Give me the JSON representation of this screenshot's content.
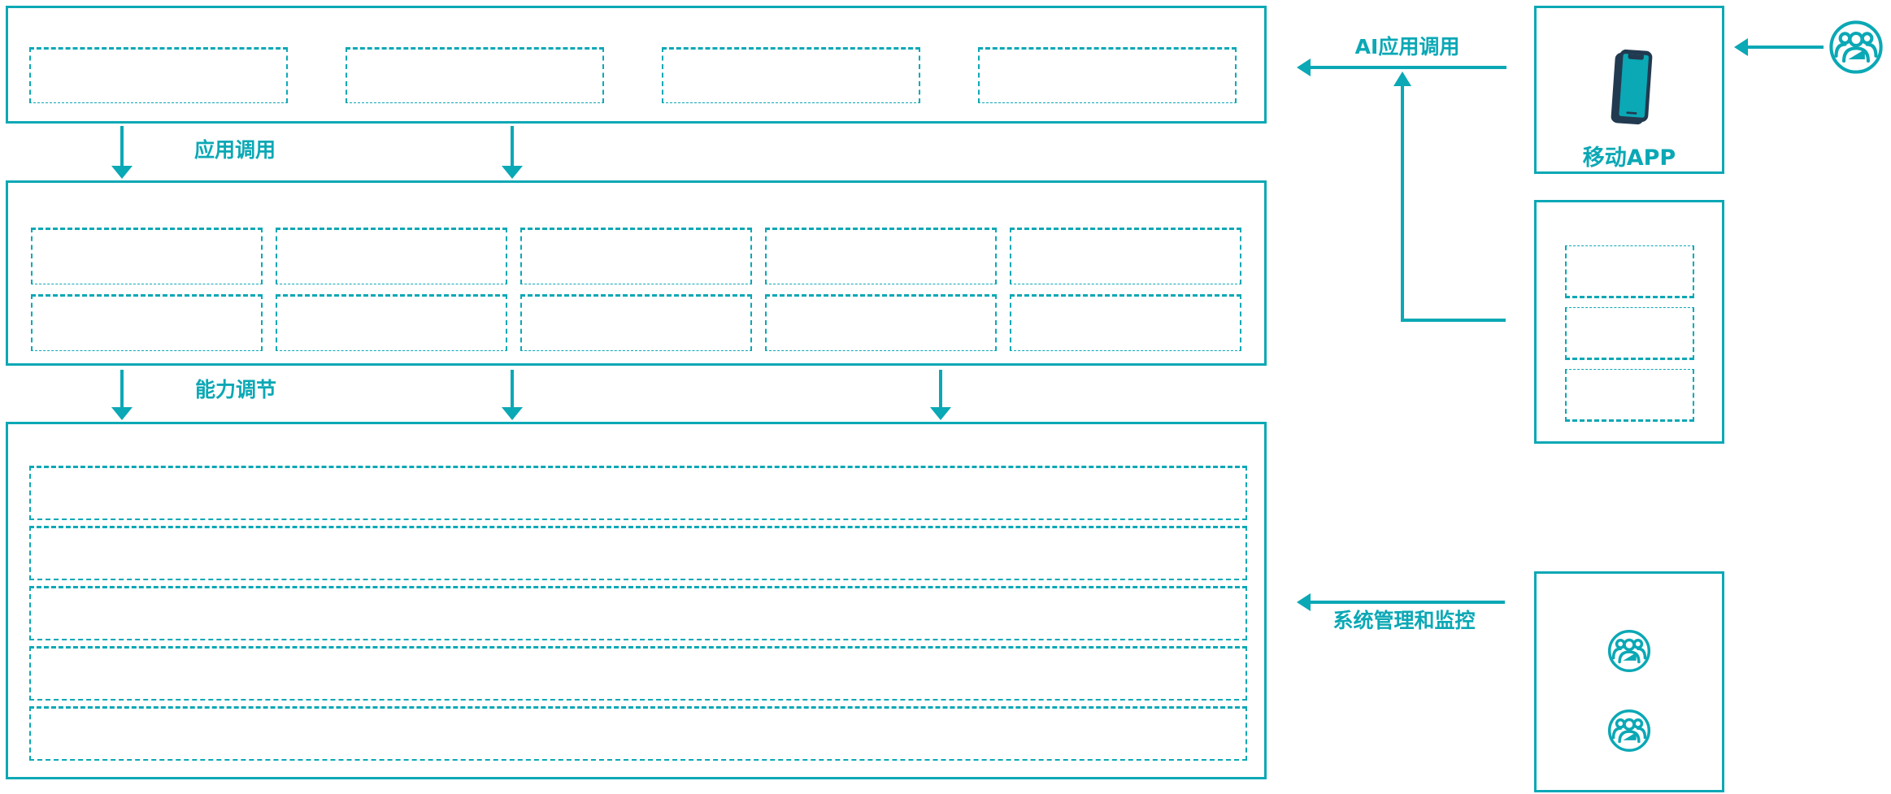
{
  "diagram": {
    "background": "#ffffff",
    "accent_color": "#0ba8b5",
    "navy_color": "#223a50",
    "layers": {
      "app_layer": {
        "slot_count": 4
      },
      "service_layer": {
        "row_count": 2,
        "col_count": 5
      },
      "capability_layer": {
        "row_count": 5
      }
    },
    "edges": {
      "app_call": {
        "label": "应用调用"
      },
      "capability_adjust": {
        "label": "能力调节"
      },
      "ai_app_call": {
        "label": "AI应用调用"
      },
      "system_monitor": {
        "label": "系统管理和监控"
      }
    },
    "right_panel": {
      "mobile_app": {
        "label": "移动APP",
        "icon": "smartphone-icon"
      },
      "channel_box": {
        "slot_count": 3
      },
      "ops_box": {
        "icon_count": 2,
        "icons": [
          "users-icon",
          "users-icon"
        ]
      },
      "end_user": {
        "icon": "users-icon"
      }
    }
  }
}
